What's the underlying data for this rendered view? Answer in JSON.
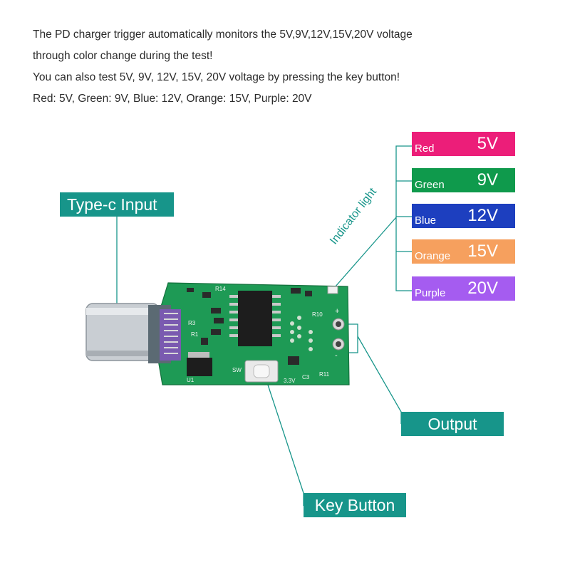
{
  "description": {
    "line1": "The PD charger trigger automatically monitors the 5V,9V,12V,15V,20V voltage",
    "line2": "through color change during the test!",
    "line3": "You can also test 5V, 9V, 12V, 15V, 20V voltage by pressing the key button!",
    "line4": "Red: 5V, Green: 9V, Blue: 12V, Orange: 15V, Purple: 20V"
  },
  "callouts": {
    "type_c_input": "Type-c Input",
    "output": "Output",
    "key_button": "Key Button",
    "indicator_light": "Indicator light"
  },
  "swatches": [
    {
      "name": "Red",
      "voltage": "5V",
      "color": "#ec1e79"
    },
    {
      "name": "Green",
      "voltage": "9V",
      "color": "#0f9a4c"
    },
    {
      "name": "Blue",
      "voltage": "12V",
      "color": "#1d3fbf"
    },
    {
      "name": "Orange",
      "voltage": "15V",
      "color": "#f6a05e"
    },
    {
      "name": "Purple",
      "voltage": "20V",
      "color": "#a55cf0"
    }
  ],
  "pcb_labels": {
    "sw": "SW",
    "v33": "3.3V",
    "u1": "U1",
    "c3": "C3",
    "r14": "R14",
    "r10": "R10",
    "r11": "R11",
    "r3": "R3",
    "r1": "R1",
    "plus": "+",
    "minus": "-"
  },
  "colors": {
    "callout": "#17958a",
    "pcb": "#1e9a55",
    "line": "#17958a"
  }
}
